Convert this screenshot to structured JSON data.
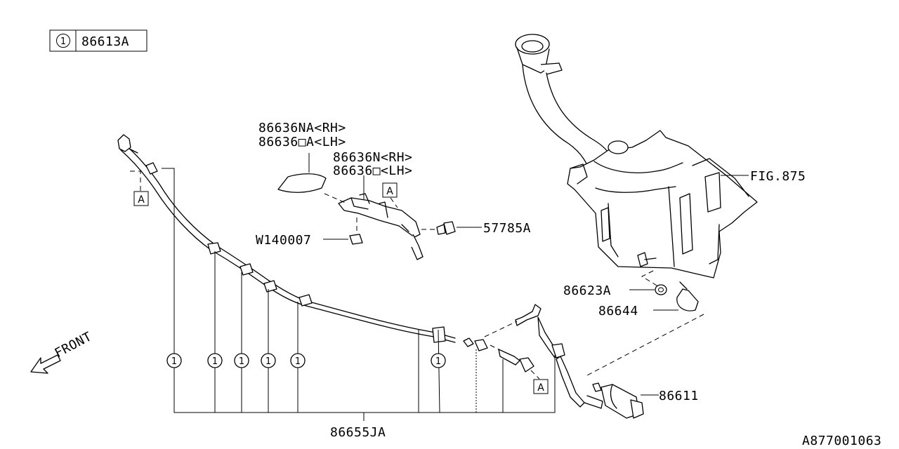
{
  "legend": {
    "marker": "1",
    "part_number": "86613A"
  },
  "callout_marker": "1",
  "view_marker": "A",
  "front_label": "FRONT",
  "labels": {
    "nozzle_cover_rh": "86636NA<RH>",
    "nozzle_cover_lh": "86636□A<LH>",
    "nozzle_rh": "86636N<RH>",
    "nozzle_lh": "86636□<LH>",
    "bolt": "W140007",
    "clip": "57785A",
    "tank_ref": "FIG.875",
    "grommet": "86623A",
    "bracket": "86644",
    "pump": "86611",
    "hose": "86655JA"
  },
  "figure_code": "A877001063"
}
